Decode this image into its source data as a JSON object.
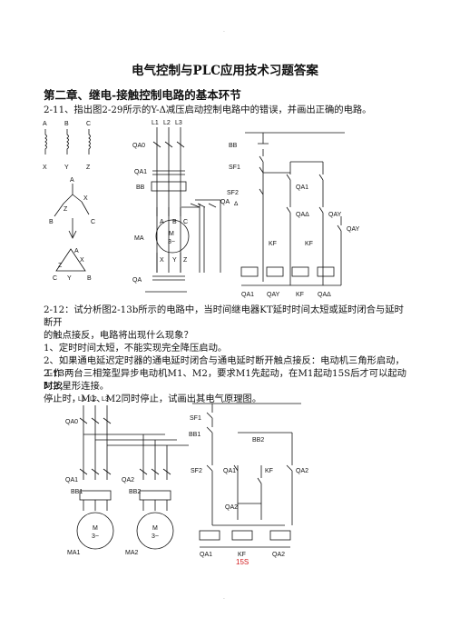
{
  "header_dot": ".",
  "footer_dot": ".",
  "title": "电气控制与PLC应用技术习题答案",
  "chapter": "第二章、继电-接触控制电路的基本环节",
  "q2_11": "2-11、指出图2-29所示的Y-Δ减压启动控制电路中的错误，并画出正确的电路。",
  "q2_12": {
    "lines": [
      "2-12：试分析图2-13b所示的电路中，当时间继电器KT延时时间太短或延时闭合与延时断开",
      "的触点接反，电路将出现什么现象？",
      "1、定时时间太短，不能实现完全降压启动。",
      "2、如果通电延迟定时器的通电延时闭合与通电延时断开触点接反：电动机三角形启动，工作",
      "时按星形连接。"
    ]
  },
  "q2_13": {
    "lines": [
      "2-13两台三相笼型异步电动机M1、M2，要求M1先起动，在M1起动15S后才可以起动M2；",
      "停止时，M1、M2同时停止，试画出其电气原理图。"
    ]
  },
  "fig1": {
    "winding": {
      "a": "A",
      "b": "B",
      "c": "C",
      "x": "X",
      "y": "Y",
      "z": "Z"
    },
    "power": {
      "l1": "L1",
      "l2": "L2",
      "l3": "L3"
    },
    "qa0": "QA0",
    "qa1": "QA1",
    "bb": "BB",
    "motor": "M",
    "motor_sub": "3~",
    "ma": "MA",
    "qa_d": "QA",
    "qa_d_sub": "Δ",
    "qa_y": "QA",
    "qa_y_sub": "Y",
    "ctrl": {
      "bb": "BB",
      "sf1": "SF1",
      "sf2": "SF2",
      "qa1": "QA1",
      "qad": "QAΔ",
      "qay": "QAY",
      "kf1": "KF",
      "kf2": "KF",
      "qay2": "QAY"
    },
    "coils": [
      "QA1",
      "QAY",
      "KF",
      "QAΔ"
    ]
  },
  "fig2": {
    "power": {
      "l1": "L1",
      "l2": "L2",
      "l3": "L3"
    },
    "qa0": "QA0",
    "qa1": "QA1",
    "qa2": "QA2",
    "bb1": "BB1",
    "bb2": "BB2",
    "m1": "M",
    "m1_sub": "3~",
    "m2": "M",
    "m2_sub": "3~",
    "ma1": "MA1",
    "ma2": "MA2",
    "ctrl": {
      "sf1": "SF1",
      "bb1": "BB1",
      "bb2": "BB2",
      "sf2": "SF2",
      "qa1": "QA1",
      "kf": "KF",
      "qa2": "QA2",
      "qa2b": "QA2"
    },
    "coils": [
      "QA1",
      "KF",
      "QA2"
    ],
    "delay": "15S"
  }
}
